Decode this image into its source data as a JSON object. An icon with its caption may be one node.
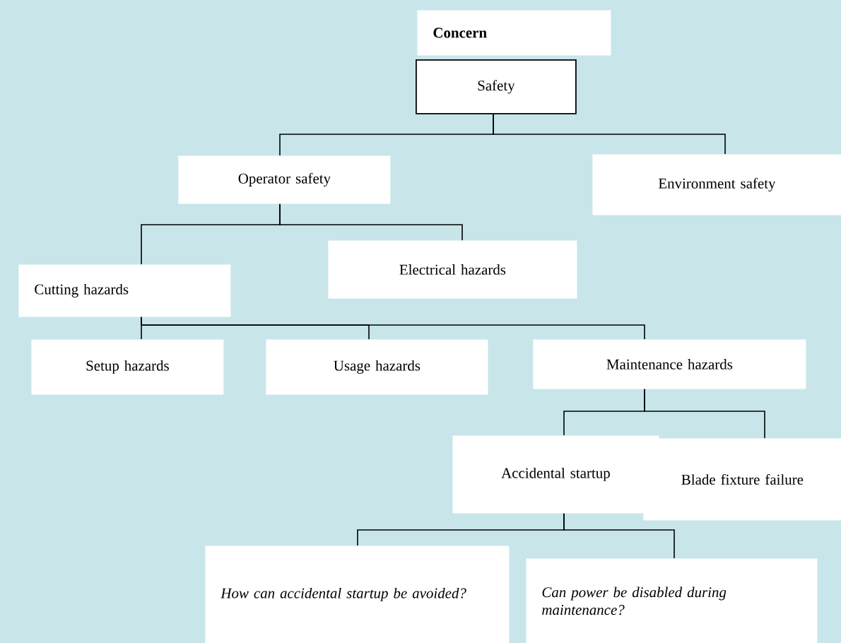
{
  "diagram": {
    "nodes": [
      {
        "text": [
          "Concern"
        ]
      },
      {
        "text": [
          "Safety"
        ]
      },
      {
        "text": [
          "Operator safety"
        ]
      },
      {
        "text": [
          "Environment safety"
        ]
      },
      {
        "text": [
          "Cutting hazards"
        ]
      },
      {
        "text": [
          "Electrical hazards"
        ]
      },
      {
        "text": [
          "Setup hazards"
        ]
      },
      {
        "text": [
          "Usage hazards"
        ]
      },
      {
        "text": [
          "Maintenance hazards"
        ]
      },
      {
        "text": [
          "Accidental startup"
        ]
      },
      {
        "text": [
          "Blade fixture failure"
        ]
      },
      {
        "text": [
          "How can accidental startup be avoided?"
        ]
      },
      {
        "text": [
          "Can power be disabled during maintenance?"
        ]
      }
    ],
    "edges": [
      {
        "from": 1,
        "to": 2,
        "arrow": "none"
      },
      {
        "from": 1,
        "to": 3,
        "arrow": "none"
      },
      {
        "from": 2,
        "to": 4,
        "arrow": "none"
      },
      {
        "from": 2,
        "to": 5,
        "arrow": "none"
      },
      {
        "from": 4,
        "to": 6,
        "arrow": "none"
      },
      {
        "from": 4,
        "to": 7,
        "arrow": "none"
      },
      {
        "from": 4,
        "to": 8,
        "arrow": "none"
      },
      {
        "from": 8,
        "to": 9,
        "arrow": "none"
      },
      {
        "from": 8,
        "to": 10,
        "arrow": "none"
      },
      {
        "from": 9,
        "to": 11,
        "arrow": "none"
      },
      {
        "from": 9,
        "to": 12,
        "arrow": "none"
      }
    ]
  }
}
